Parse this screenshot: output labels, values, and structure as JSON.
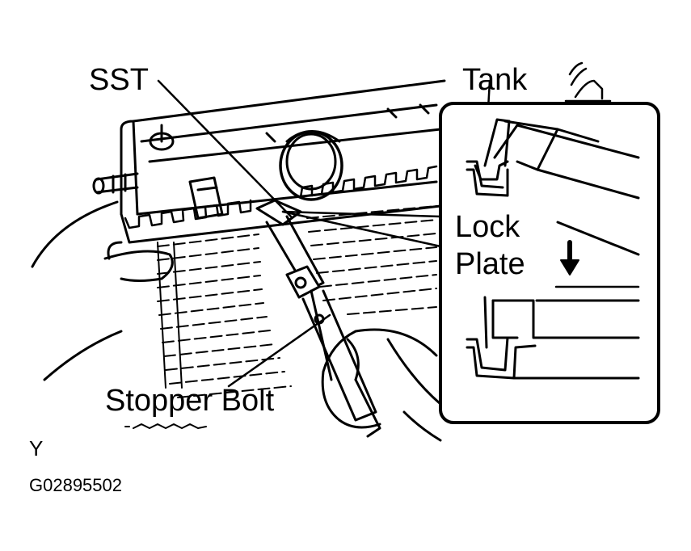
{
  "labels": {
    "sst": "SST",
    "tank": "Tank",
    "lock": "Lock",
    "plate": "Plate",
    "stopper_bolt": "Stopper Bolt",
    "view_letter": "Y",
    "figure_code": "G02895502"
  },
  "colors": {
    "ink": "#000000",
    "paper": "#ffffff"
  }
}
